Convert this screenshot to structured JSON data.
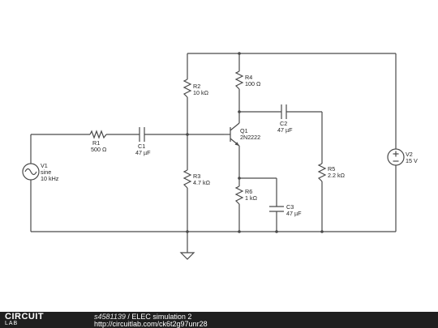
{
  "components": {
    "V1": {
      "name": "V1",
      "line1": "sine",
      "line2": "10 kHz"
    },
    "R1": {
      "name": "R1",
      "value": "500 Ω"
    },
    "C1": {
      "name": "C1",
      "value": "47 µF"
    },
    "R2": {
      "name": "R2",
      "value": "10 kΩ"
    },
    "R3": {
      "name": "R3",
      "value": "4.7 kΩ"
    },
    "R4": {
      "name": "R4",
      "value": "100 Ω"
    },
    "Q1": {
      "name": "Q1",
      "value": "2N2222"
    },
    "C2": {
      "name": "C2",
      "value": "47 µF"
    },
    "R5": {
      "name": "R5",
      "value": "2.2 kΩ"
    },
    "R6": {
      "name": "R6",
      "value": "1 kΩ"
    },
    "C3": {
      "name": "C3",
      "value": "47 µF"
    },
    "V2": {
      "name": "V2",
      "value": "15 V"
    }
  },
  "footer": {
    "logo_top": "CIRCUIT",
    "logo_bottom": "LAB",
    "user": "s4581139",
    "separator": " / ",
    "title": "ELEC simulation 2",
    "url": "http://circuitlab.com/ck6t2g97unr28"
  }
}
